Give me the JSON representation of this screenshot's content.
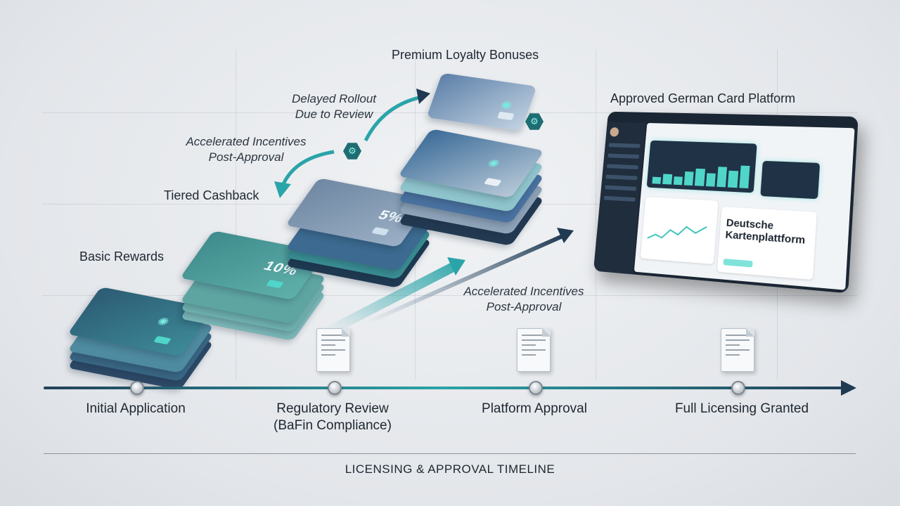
{
  "labels": {
    "premium": "Premium Loyalty Bonuses",
    "delayed": "Delayed Rollout Due to Review",
    "accelerated_top": "Accelerated Incentives Post-Approval",
    "tiered": "Tiered Cashback",
    "basic": "Basic Rewards",
    "approved_platform": "Approved German Card Platform",
    "accelerated_bottom": "Accelerated Incentives Post-Approval"
  },
  "cards": {
    "tiered_pct": "5%",
    "mid_pct": "10%"
  },
  "dashboard": {
    "title": "Deutsche Kartenplattform"
  },
  "timeline": {
    "stages": [
      {
        "label": "Initial Application"
      },
      {
        "label": "Regulatory Review (BaFin Compliance)"
      },
      {
        "label": "Platform Approval"
      },
      {
        "label": "Full Licensing Granted"
      }
    ]
  },
  "footer": "LICENSING & APPROVAL TIMELINE",
  "colors": {
    "teal": "#2aa4a8",
    "navy": "#203a52",
    "accent": "#4fd6c9"
  }
}
